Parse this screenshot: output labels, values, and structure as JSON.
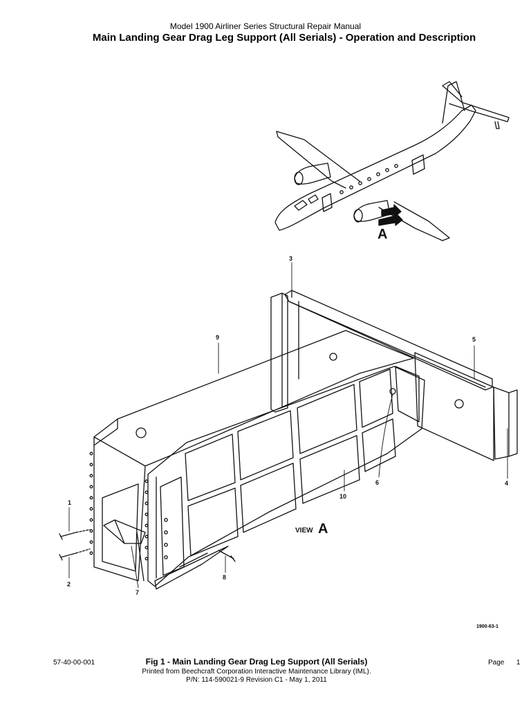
{
  "header": {
    "manual_title": "Model 1900 Airliner Series Structural Repair Manual",
    "page_title": "Main Landing Gear Drag Leg Support (All Serials) - Operation and Description"
  },
  "figure": {
    "view_marker": "A",
    "view_label_word": "VIEW",
    "view_label_letter": "A",
    "drawing_number": "1900-63-1",
    "callouts": [
      "1",
      "2",
      "3",
      "4",
      "5",
      "6",
      "7",
      "8",
      "9",
      "10"
    ]
  },
  "footer": {
    "doc_code": "57-40-00-001",
    "caption": "Fig 1 - Main Landing Gear Drag Leg Support (All Serials)",
    "page_label": "Page",
    "page_number": "1",
    "printed_from": "Printed from Beechcraft Corporation Interactive Maintenance Library (IML).",
    "part_number": "P/N: 114-590021-9 Revision C1 - May 1, 2011"
  }
}
